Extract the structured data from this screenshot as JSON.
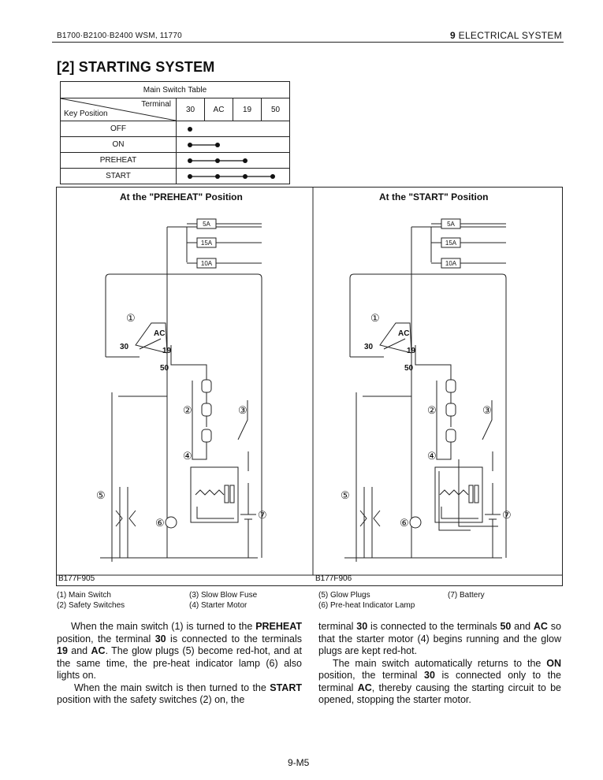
{
  "header": {
    "left": "B1700·B2100·B2400  WSM, 11770",
    "right_num": "9",
    "right_text": "ELECTRICAL SYSTEM"
  },
  "title": "[2] STARTING SYSTEM",
  "table": {
    "caption": "Main Switch Table",
    "terminal_label": "Terminal",
    "key_label": "Key Position",
    "columns": [
      "30",
      "AC",
      "19",
      "50"
    ],
    "rows": [
      {
        "label": "OFF",
        "connected": [
          1,
          0,
          0,
          0
        ]
      },
      {
        "label": "ON",
        "connected": [
          1,
          1,
          0,
          0
        ]
      },
      {
        "label": "PREHEAT",
        "connected": [
          1,
          1,
          1,
          0
        ]
      },
      {
        "label": "START",
        "connected": [
          1,
          1,
          1,
          1
        ]
      }
    ]
  },
  "diagrams": {
    "left": {
      "title": "At the \"PREHEAT\" Position",
      "code": "B177F905"
    },
    "right": {
      "title": "At the \"START\" Position",
      "code": "B177F906"
    },
    "fuses": [
      "5A",
      "15A",
      "10A"
    ],
    "terminals": {
      "t30": "30",
      "tac": "AC",
      "t19": "19",
      "t50": "50"
    },
    "callouts": [
      "①",
      "②",
      "③",
      "④",
      "⑤",
      "⑥",
      "⑦"
    ]
  },
  "legend": {
    "col1": [
      "(1)  Main Switch",
      "(2)  Safety Switches"
    ],
    "col2": [
      "(3)  Slow Blow Fuse",
      "(4)  Starter Motor"
    ],
    "col3": [
      "(5)  Glow Plugs",
      "(6)  Pre-heat Indicator Lamp"
    ],
    "col4": [
      "(7)  Battery"
    ]
  },
  "text": {
    "p1": [
      "When the main switch (1) is turned to the ",
      "PREHEAT",
      " position, the terminal ",
      "30",
      " is connected to the terminals ",
      "19",
      " and ",
      "AC",
      ". The glow plugs (5) become red-hot, and at the same time, the pre-heat indicator lamp (6) also lights on."
    ],
    "p2": [
      "When the main switch is then turned to the ",
      "START",
      " position with the safety switches (2) on, the"
    ],
    "p3": [
      "terminal ",
      "30",
      " is connected to the terminals ",
      "50",
      " and ",
      "AC",
      " so that the starter motor (4) begins running and the glow plugs are kept red-hot."
    ],
    "p4": [
      "The main switch automatically returns to the ",
      "ON",
      " position, the terminal ",
      "30",
      " is connected only to the terminal ",
      "AC",
      ", thereby causing the starting circuit to be opened, stopping the starter motor."
    ]
  },
  "page": "9-M5"
}
